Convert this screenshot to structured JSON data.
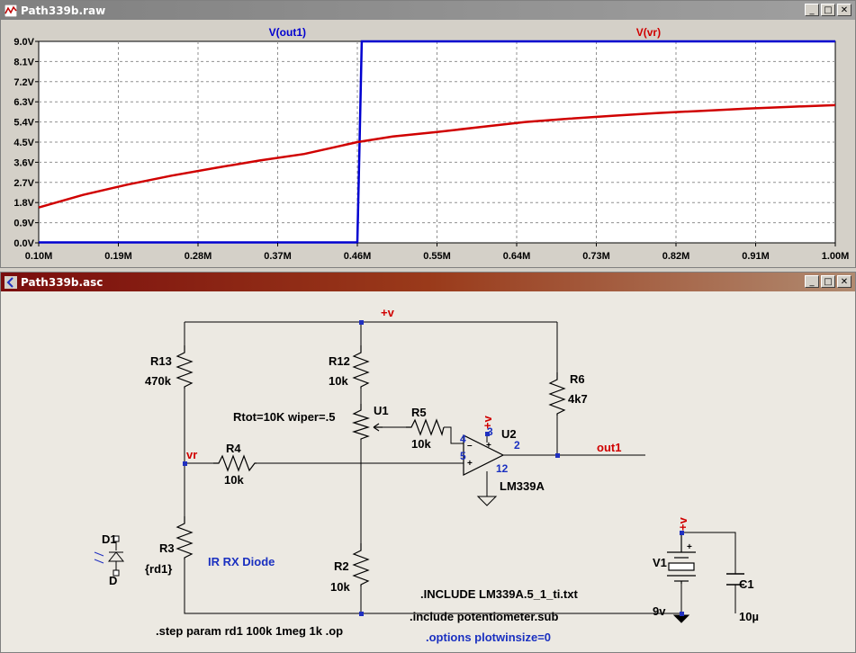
{
  "plot_window": {
    "title": "Path339b.raw",
    "minimize": "_",
    "maximize": "□",
    "close": "✕"
  },
  "schematic_window": {
    "title": "Path339b.asc",
    "minimize": "_",
    "maximize": "□",
    "close": "✕"
  },
  "chart_data": {
    "type": "line",
    "xlim": [
      0.1,
      1.0
    ],
    "ylim": [
      0,
      9.0
    ],
    "x_ticks": [
      "0.10M",
      "0.19M",
      "0.28M",
      "0.37M",
      "0.46M",
      "0.55M",
      "0.64M",
      "0.73M",
      "0.82M",
      "0.91M",
      "1.00M"
    ],
    "y_ticks": [
      "0.0V",
      "0.9V",
      "1.8V",
      "2.7V",
      "3.6V",
      "4.5V",
      "5.4V",
      "6.3V",
      "7.2V",
      "8.1V",
      "9.0V"
    ],
    "grid": true,
    "series": [
      {
        "name": "V(out1)",
        "color": "#0000d0",
        "x": [
          0.1,
          0.46,
          0.4625,
          0.465,
          1.0
        ],
        "y": [
          0.02,
          0.02,
          4.5,
          9.0,
          9.0
        ]
      },
      {
        "name": "V(vr)",
        "color": "#d00000",
        "x": [
          0.1,
          0.15,
          0.2,
          0.25,
          0.3,
          0.35,
          0.4,
          0.46,
          0.5,
          0.55,
          0.6,
          0.65,
          0.7,
          0.75,
          0.8,
          0.85,
          0.9,
          0.95,
          1.0
        ],
        "y": [
          1.58,
          2.14,
          2.6,
          3.0,
          3.35,
          3.68,
          3.97,
          4.5,
          4.75,
          4.95,
          5.18,
          5.4,
          5.55,
          5.68,
          5.8,
          5.9,
          6.0,
          6.08,
          6.15
        ]
      }
    ]
  },
  "schematic": {
    "labels": {
      "plus_v_top": "+v",
      "r13": "R13",
      "r13_val": "470k",
      "r12": "R12",
      "r12_val": "10k",
      "u1": "U1",
      "rtot": "Rtot=10K wiper=.5",
      "r5": "R5",
      "r5_val": "10k",
      "r6": "R6",
      "r6_val": "4k7",
      "plus_v_u2": "+v",
      "u2": "U2",
      "pin3": "3",
      "pin4": "4",
      "pin2": "2",
      "pin5": "5",
      "pin12": "12",
      "pin_plus_top": "+",
      "pin_minus": "–",
      "pin_plus_bot": "+",
      "out1": "out1",
      "lm339": "LM339A",
      "vr": "vr",
      "r4": "R4",
      "r4_val": "10k",
      "d1": "D1",
      "d1_val": "D",
      "r3": "R3",
      "r3_val": "{rd1}",
      "ir_diode": "IR RX Diode",
      "r2": "R2",
      "r2_val": "10k",
      "include1": ".INCLUDE LM339A.5_1_ti.txt",
      "include2": ".include potentiometer.sub",
      "plus_v_v1": "+v",
      "v1": "V1",
      "v1_val": "9v",
      "v1_plus": "+",
      "c1": "C1",
      "c1_val": "10µ",
      "step": ".step param rd1 100k 1meg 1k  .op",
      "options": ".options plotwinsize=0"
    }
  }
}
